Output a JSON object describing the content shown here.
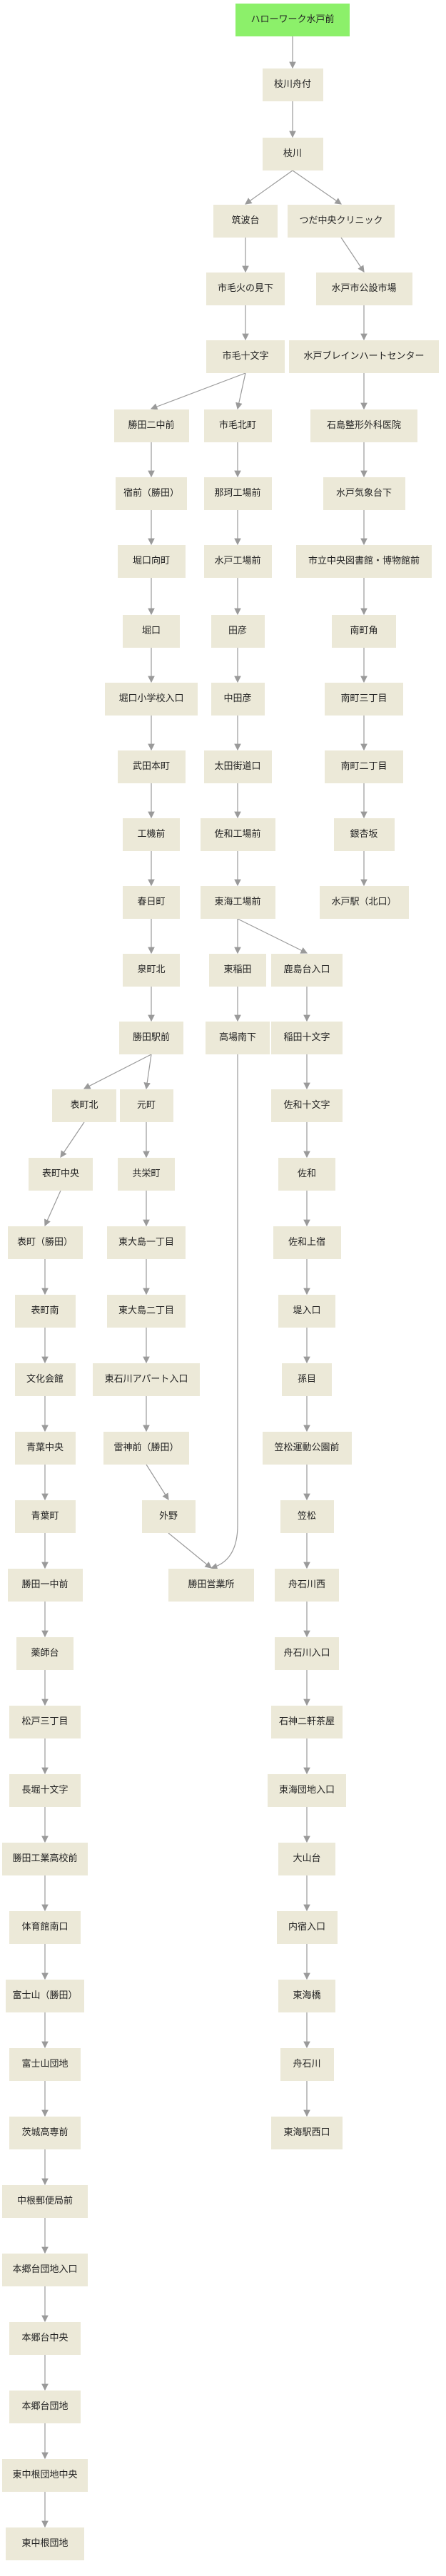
{
  "colors": {
    "node_fill": "#ece9d8",
    "root_fill": "#8cf06a",
    "edge": "#9a9a9a",
    "text": "#222222"
  },
  "nodes": [
    {
      "id": "n0",
      "label": "ハローワーク水戸前"
    },
    {
      "id": "n1",
      "label": "枝川舟付"
    },
    {
      "id": "n2",
      "label": "枝川"
    },
    {
      "id": "n3",
      "label": "筑波台"
    },
    {
      "id": "n4",
      "label": "つだ中央クリニック"
    },
    {
      "id": "n5",
      "label": "市毛火の見下"
    },
    {
      "id": "n6",
      "label": "水戸市公設市場"
    },
    {
      "id": "n7",
      "label": "市毛十文字"
    },
    {
      "id": "n8",
      "label": "水戸ブレインハートセンター"
    },
    {
      "id": "n9",
      "label": "勝田二中前"
    },
    {
      "id": "n10",
      "label": "市毛北町"
    },
    {
      "id": "n11",
      "label": "石島整形外科医院"
    },
    {
      "id": "n12",
      "label": "宿前（勝田）"
    },
    {
      "id": "n13",
      "label": "那珂工場前"
    },
    {
      "id": "n14",
      "label": "水戸気象台下"
    },
    {
      "id": "n15",
      "label": "堀口向町"
    },
    {
      "id": "n16",
      "label": "水戸工場前"
    },
    {
      "id": "n17",
      "label": "市立中央図書館・博物館前"
    },
    {
      "id": "n18",
      "label": "堀口"
    },
    {
      "id": "n19",
      "label": "田彦"
    },
    {
      "id": "n20",
      "label": "南町角"
    },
    {
      "id": "n21",
      "label": "堀口小学校入口"
    },
    {
      "id": "n22",
      "label": "中田彦"
    },
    {
      "id": "n23",
      "label": "南町三丁目"
    },
    {
      "id": "n24",
      "label": "武田本町"
    },
    {
      "id": "n25",
      "label": "太田街道口"
    },
    {
      "id": "n26",
      "label": "南町二丁目"
    },
    {
      "id": "n27",
      "label": "工機前"
    },
    {
      "id": "n28",
      "label": "佐和工場前"
    },
    {
      "id": "n29",
      "label": "銀杏坂"
    },
    {
      "id": "n30",
      "label": "春日町"
    },
    {
      "id": "n31",
      "label": "東海工場前"
    },
    {
      "id": "n32",
      "label": "水戸駅（北口）"
    },
    {
      "id": "n33",
      "label": "泉町北"
    },
    {
      "id": "n34",
      "label": "東稲田"
    },
    {
      "id": "n35",
      "label": "鹿島台入口"
    },
    {
      "id": "n36",
      "label": "勝田駅前"
    },
    {
      "id": "n37",
      "label": "高場南下"
    },
    {
      "id": "n38",
      "label": "稲田十文字"
    },
    {
      "id": "n39",
      "label": "表町北"
    },
    {
      "id": "n40",
      "label": "元町"
    },
    {
      "id": "n41",
      "label": "佐和十文字"
    },
    {
      "id": "n42",
      "label": "表町中央"
    },
    {
      "id": "n43",
      "label": "共栄町"
    },
    {
      "id": "n44",
      "label": "佐和"
    },
    {
      "id": "n45",
      "label": "表町（勝田）"
    },
    {
      "id": "n46",
      "label": "東大島一丁目"
    },
    {
      "id": "n47",
      "label": "佐和上宿"
    },
    {
      "id": "n48",
      "label": "表町南"
    },
    {
      "id": "n49",
      "label": "東大島二丁目"
    },
    {
      "id": "n50",
      "label": "堤入口"
    },
    {
      "id": "n51",
      "label": "文化会館"
    },
    {
      "id": "n52",
      "label": "東石川アパート入口"
    },
    {
      "id": "n53",
      "label": "孫目"
    },
    {
      "id": "n54",
      "label": "青葉中央"
    },
    {
      "id": "n55",
      "label": "雷神前（勝田）"
    },
    {
      "id": "n56",
      "label": "笠松運動公園前"
    },
    {
      "id": "n57",
      "label": "青葉町"
    },
    {
      "id": "n58",
      "label": "外野"
    },
    {
      "id": "n59",
      "label": "笠松"
    },
    {
      "id": "n60",
      "label": "勝田一中前"
    },
    {
      "id": "n61",
      "label": "勝田営業所"
    },
    {
      "id": "n62",
      "label": "舟石川西"
    },
    {
      "id": "n63",
      "label": "薬師台"
    },
    {
      "id": "n64",
      "label": "舟石川入口"
    },
    {
      "id": "n65",
      "label": "松戸三丁目"
    },
    {
      "id": "n66",
      "label": "石神二軒茶屋"
    },
    {
      "id": "n67",
      "label": "長堀十文字"
    },
    {
      "id": "n68",
      "label": "東海団地入口"
    },
    {
      "id": "n69",
      "label": "勝田工業高校前"
    },
    {
      "id": "n70",
      "label": "大山台"
    },
    {
      "id": "n71",
      "label": "体育館南口"
    },
    {
      "id": "n72",
      "label": "内宿入口"
    },
    {
      "id": "n73",
      "label": "富士山（勝田）"
    },
    {
      "id": "n74",
      "label": "東海橋"
    },
    {
      "id": "n75",
      "label": "富士山団地"
    },
    {
      "id": "n76",
      "label": "舟石川"
    },
    {
      "id": "n77",
      "label": "茨城高専前"
    },
    {
      "id": "n78",
      "label": "東海駅西口"
    },
    {
      "id": "n79",
      "label": "中根郵便局前"
    },
    {
      "id": "n80",
      "label": "本郷台団地入口"
    },
    {
      "id": "n81",
      "label": "本郷台中央"
    },
    {
      "id": "n82",
      "label": "本郷台団地"
    },
    {
      "id": "n83",
      "label": "東中根団地中央"
    },
    {
      "id": "n84",
      "label": "東中根団地"
    }
  ],
  "edges": [
    [
      "n0",
      "n1"
    ],
    [
      "n1",
      "n2"
    ],
    [
      "n2",
      "n3"
    ],
    [
      "n2",
      "n4"
    ],
    [
      "n3",
      "n5"
    ],
    [
      "n5",
      "n7"
    ],
    [
      "n7",
      "n9"
    ],
    [
      "n7",
      "n10"
    ],
    [
      "n9",
      "n12"
    ],
    [
      "n12",
      "n15"
    ],
    [
      "n15",
      "n18"
    ],
    [
      "n18",
      "n21"
    ],
    [
      "n21",
      "n24"
    ],
    [
      "n24",
      "n27"
    ],
    [
      "n27",
      "n30"
    ],
    [
      "n30",
      "n33"
    ],
    [
      "n33",
      "n36"
    ],
    [
      "n36",
      "n39"
    ],
    [
      "n36",
      "n40"
    ],
    [
      "n39",
      "n42"
    ],
    [
      "n42",
      "n45"
    ],
    [
      "n45",
      "n48"
    ],
    [
      "n48",
      "n51"
    ],
    [
      "n51",
      "n54"
    ],
    [
      "n54",
      "n57"
    ],
    [
      "n57",
      "n60"
    ],
    [
      "n60",
      "n63"
    ],
    [
      "n63",
      "n65"
    ],
    [
      "n65",
      "n67"
    ],
    [
      "n67",
      "n69"
    ],
    [
      "n69",
      "n71"
    ],
    [
      "n71",
      "n73"
    ],
    [
      "n73",
      "n75"
    ],
    [
      "n75",
      "n77"
    ],
    [
      "n77",
      "n79"
    ],
    [
      "n79",
      "n80"
    ],
    [
      "n80",
      "n81"
    ],
    [
      "n81",
      "n82"
    ],
    [
      "n82",
      "n83"
    ],
    [
      "n83",
      "n84"
    ],
    [
      "n40",
      "n43"
    ],
    [
      "n43",
      "n46"
    ],
    [
      "n46",
      "n49"
    ],
    [
      "n49",
      "n52"
    ],
    [
      "n52",
      "n55"
    ],
    [
      "n55",
      "n58"
    ],
    [
      "n58",
      "n61"
    ],
    [
      "n10",
      "n13"
    ],
    [
      "n13",
      "n16"
    ],
    [
      "n16",
      "n19"
    ],
    [
      "n19",
      "n22"
    ],
    [
      "n22",
      "n25"
    ],
    [
      "n25",
      "n28"
    ],
    [
      "n28",
      "n31"
    ],
    [
      "n31",
      "n34"
    ],
    [
      "n31",
      "n35"
    ],
    [
      "n34",
      "n37"
    ],
    [
      "n37",
      "n61"
    ],
    [
      "n35",
      "n38"
    ],
    [
      "n38",
      "n41"
    ],
    [
      "n41",
      "n44"
    ],
    [
      "n44",
      "n47"
    ],
    [
      "n47",
      "n50"
    ],
    [
      "n50",
      "n53"
    ],
    [
      "n53",
      "n56"
    ],
    [
      "n56",
      "n59"
    ],
    [
      "n59",
      "n62"
    ],
    [
      "n62",
      "n64"
    ],
    [
      "n64",
      "n66"
    ],
    [
      "n66",
      "n68"
    ],
    [
      "n68",
      "n70"
    ],
    [
      "n70",
      "n72"
    ],
    [
      "n72",
      "n74"
    ],
    [
      "n74",
      "n76"
    ],
    [
      "n76",
      "n78"
    ],
    [
      "n4",
      "n6"
    ],
    [
      "n6",
      "n8"
    ],
    [
      "n8",
      "n11"
    ],
    [
      "n11",
      "n14"
    ],
    [
      "n14",
      "n17"
    ],
    [
      "n17",
      "n20"
    ],
    [
      "n20",
      "n23"
    ],
    [
      "n23",
      "n26"
    ],
    [
      "n26",
      "n29"
    ],
    [
      "n29",
      "n32"
    ]
  ]
}
